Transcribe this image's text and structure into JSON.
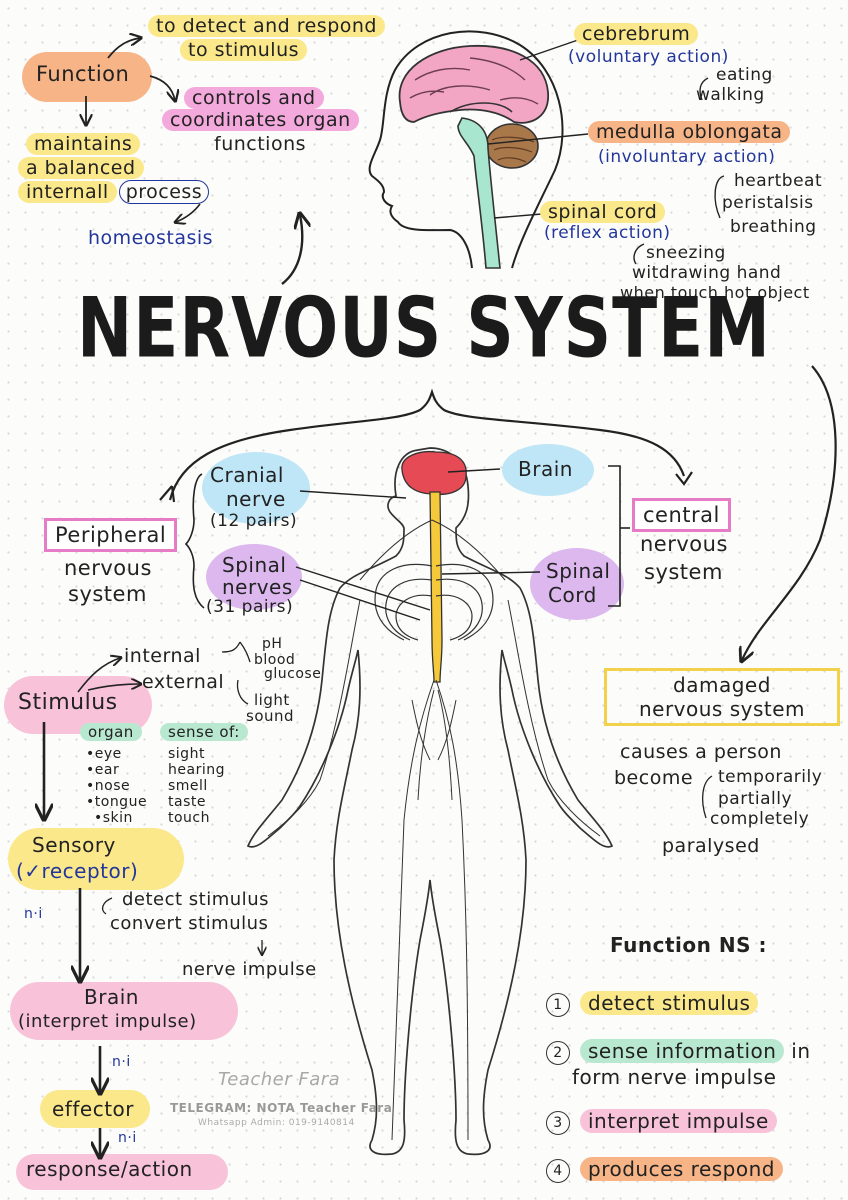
{
  "title": "NERVOUS SYSTEM",
  "function_section": {
    "label": "Function",
    "respond": "to detect and respond to stimulus",
    "respond_1": "to detect and respond",
    "respond_2": "to stimulus",
    "controls_1": "controls and",
    "controls_2": "coordinates organ",
    "controls_3": "functions",
    "maintains_1": "maintains",
    "maintains_2": "a balanced",
    "maintains_3": "internall",
    "maintains_4": "process",
    "homeostasis": "homeostasis"
  },
  "brain_labels": {
    "cebrebrum": "cebrebrum",
    "voluntary": "(voluntary action)",
    "eating": "eating",
    "walking": "walking",
    "medulla": "medulla oblongata",
    "involuntary": "(involuntary action)",
    "heartbeat": "heartbeat",
    "peristalsis": "peristalsis",
    "breathing": "breathing",
    "spinal_cord": "spinal cord",
    "reflex": "(reflex action)",
    "sneezing": "sneezing",
    "withdrawing_1": "witdrawing hand",
    "withdrawing_2": "when touch hot object"
  },
  "body_labels": {
    "peripheral_1": "Peripheral",
    "peripheral_2": "nervous",
    "peripheral_3": "system",
    "cranial_1": "Cranial",
    "cranial_2": "nerve",
    "cranial_3": "(12 pairs)",
    "spinal_nerves_1": "Spinal",
    "spinal_nerves_2": "nerves",
    "spinal_nerves_3": "(31 pairs)",
    "brain": "Brain",
    "central_1": "central",
    "central_2": "nervous",
    "central_3": "system",
    "spinal_cord_1": "Spinal",
    "spinal_cord_2": "Cord"
  },
  "stimulus": {
    "label": "Stimulus",
    "internal": "internal",
    "external": "external",
    "ph": "pH",
    "blood_1": "blood",
    "blood_2": "glucose",
    "light": "light",
    "sound": "sound",
    "organ_header": "organ",
    "sense_header": "sense of:",
    "organs": [
      "•eye",
      "•ear",
      "•nose",
      "•tongue",
      "•skin"
    ],
    "senses": [
      "sight",
      "hearing",
      "smell",
      "taste",
      "touch"
    ]
  },
  "flow": {
    "sensory_1": "Sensory",
    "sensory_2": "(✓receptor)",
    "ni": "n·i",
    "detect": "detect stimulus",
    "convert": "convert stimulus",
    "nerve_impulse": "nerve impulse",
    "brain": "Brain",
    "interpret": "(interpret impulse)",
    "effector": "effector",
    "response": "response/action"
  },
  "damaged": {
    "label_1": "damaged",
    "label_2": "nervous system",
    "causes": "causes a person",
    "become": "become",
    "temporarily": "temporarily",
    "partially": "partially",
    "completely": "completely",
    "paralysed": "paralysed"
  },
  "functions_ns": {
    "header": "Function NS :",
    "items": [
      {
        "num": "1",
        "text": "detect stimulus"
      },
      {
        "num": "2",
        "text": "sense information",
        "suffix": "in",
        "line2": "form nerve impulse"
      },
      {
        "num": "3",
        "text": "interpret impulse"
      },
      {
        "num": "4",
        "text": "produces respond"
      }
    ]
  },
  "watermark": {
    "line1": "TELEGRAM: NOTA Teacher Fara",
    "line2": "Whatsapp Admin: 019-9140814"
  }
}
